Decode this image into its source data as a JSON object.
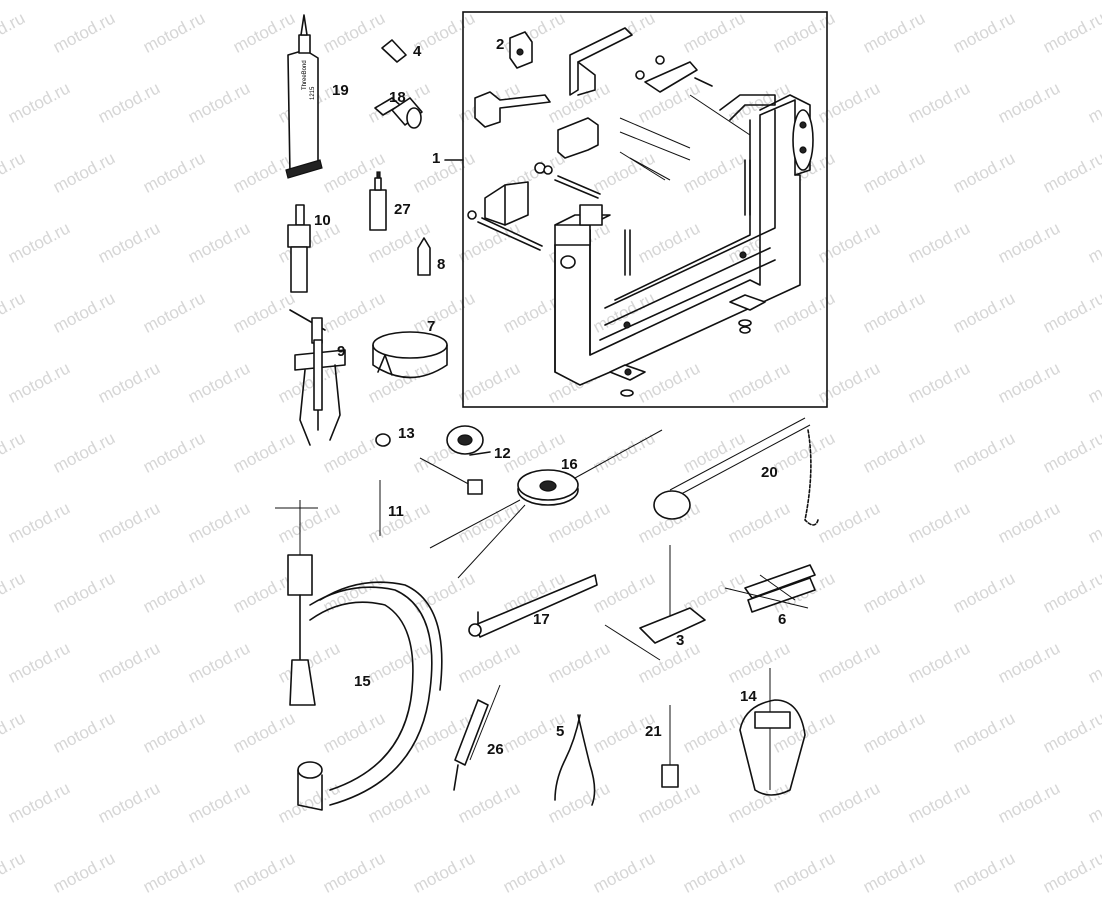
{
  "watermark": "motod.ru",
  "tube_text": {
    "brand": "ThreeBond",
    "code": "1215"
  },
  "parts": [
    {
      "id": "p1",
      "label": "1"
    },
    {
      "id": "p2",
      "label": "2"
    },
    {
      "id": "p3",
      "label": "3"
    },
    {
      "id": "p4",
      "label": "4"
    },
    {
      "id": "p5",
      "label": "5"
    },
    {
      "id": "p6",
      "label": "6"
    },
    {
      "id": "p7",
      "label": "7"
    },
    {
      "id": "p8",
      "label": "8"
    },
    {
      "id": "p9",
      "label": "9"
    },
    {
      "id": "p10",
      "label": "10"
    },
    {
      "id": "p11",
      "label": "11"
    },
    {
      "id": "p12",
      "label": "12"
    },
    {
      "id": "p13",
      "label": "13"
    },
    {
      "id": "p14",
      "label": "14"
    },
    {
      "id": "p15",
      "label": "15"
    },
    {
      "id": "p16",
      "label": "16"
    },
    {
      "id": "p17",
      "label": "17"
    },
    {
      "id": "p18",
      "label": "18"
    },
    {
      "id": "p19",
      "label": "19"
    },
    {
      "id": "p20",
      "label": "20"
    },
    {
      "id": "p21",
      "label": "21"
    },
    {
      "id": "p26",
      "label": "26"
    },
    {
      "id": "p27",
      "label": "27"
    }
  ]
}
